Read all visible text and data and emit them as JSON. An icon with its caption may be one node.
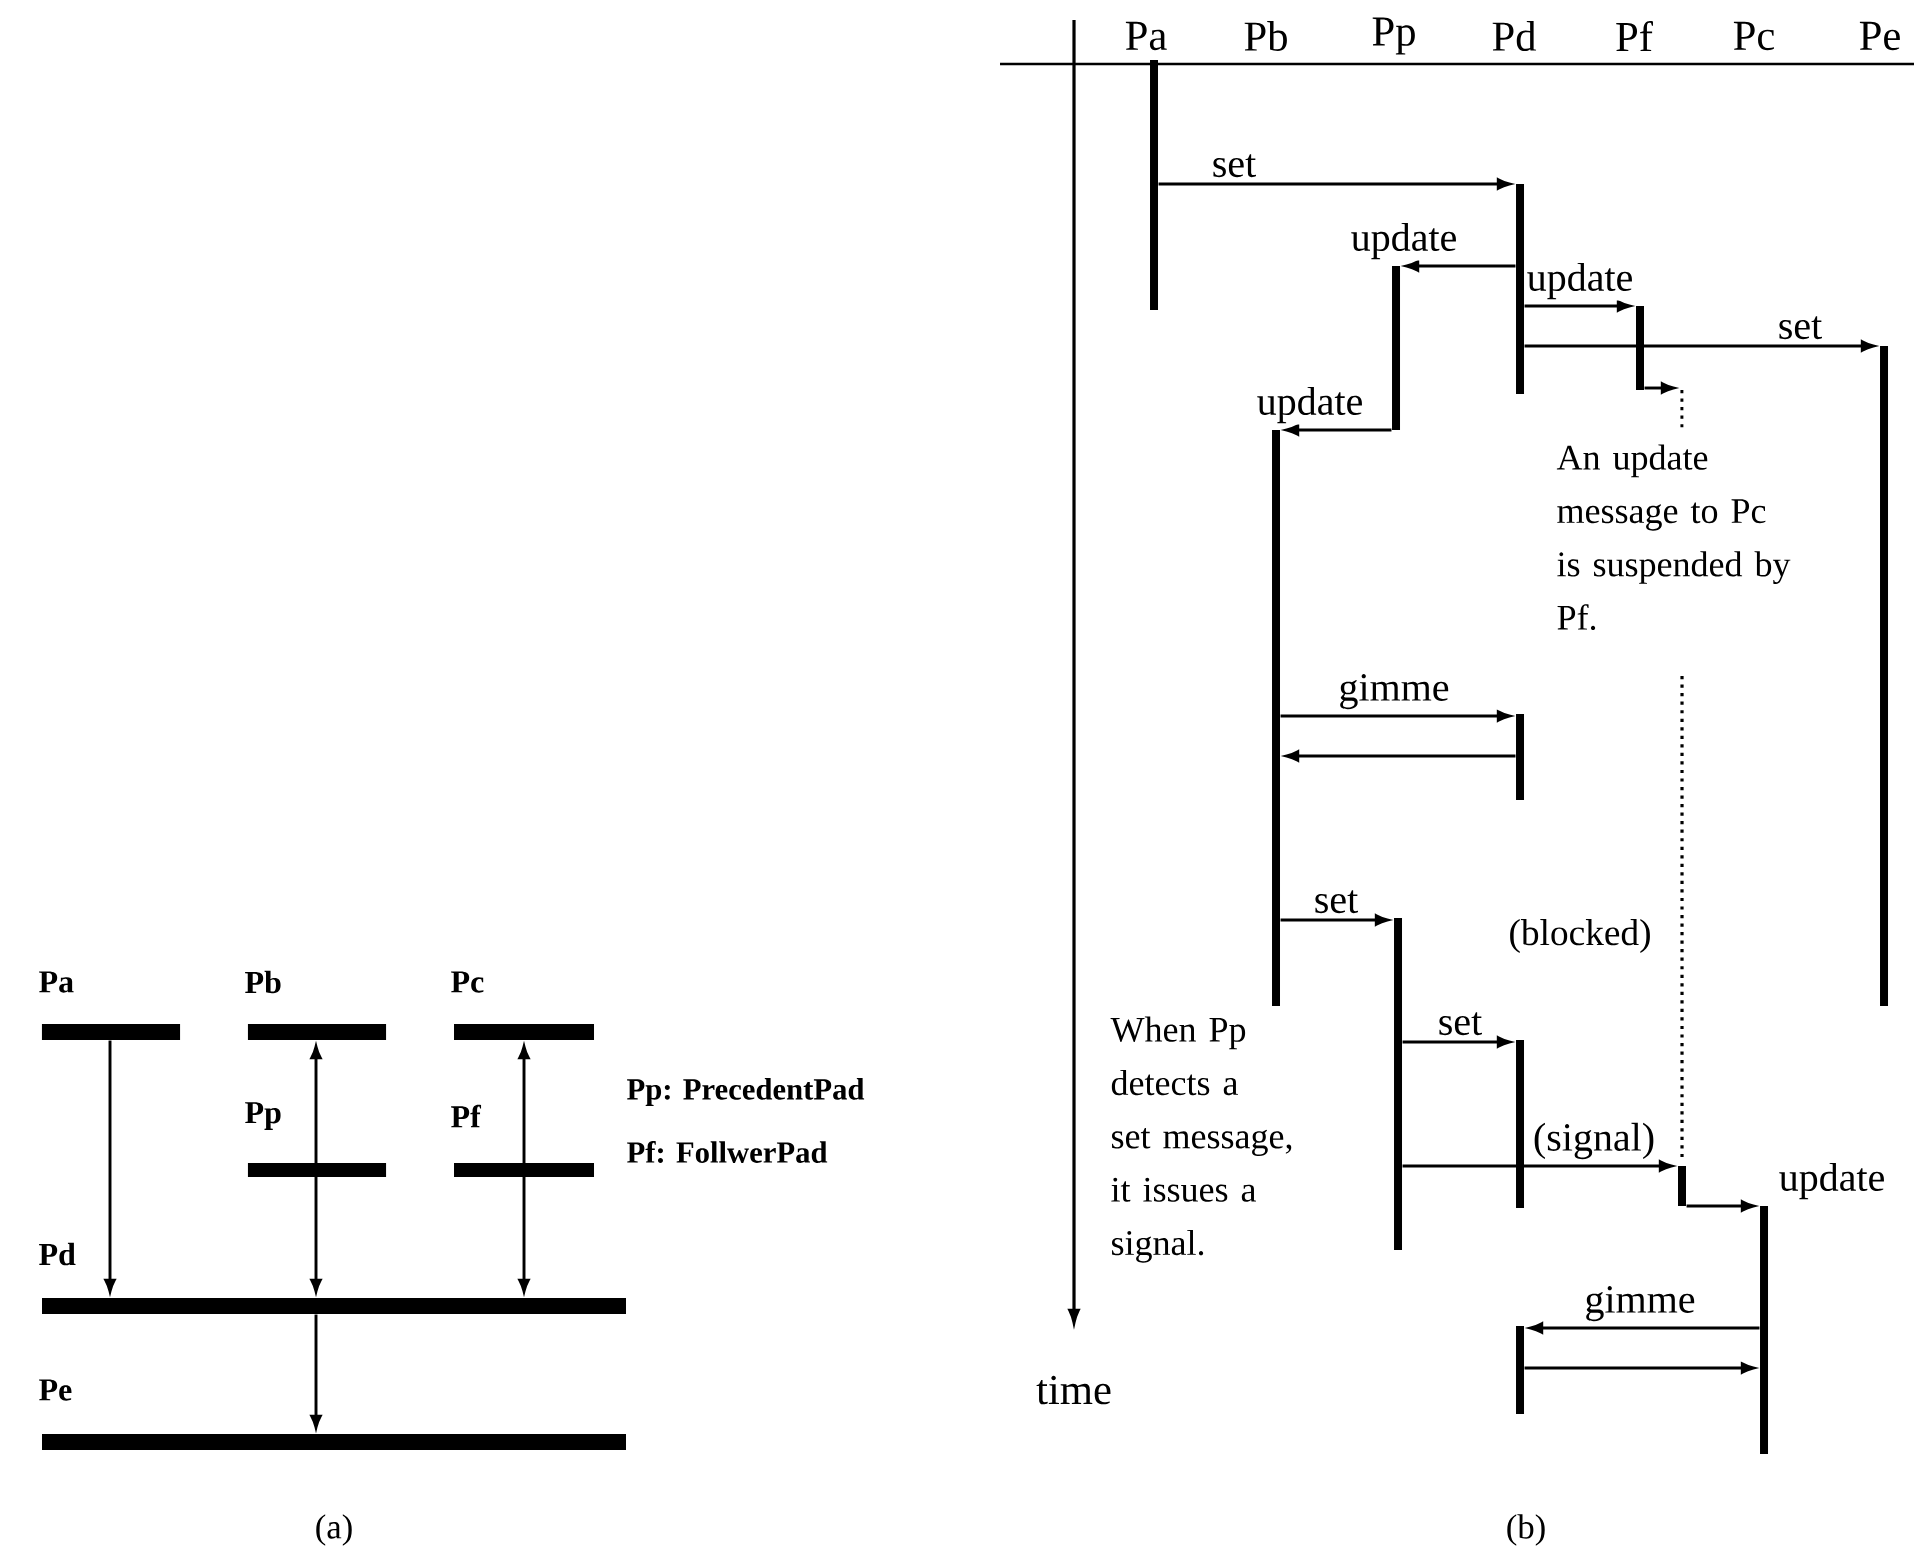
{
  "diagram": {
    "nodes": [
      {
        "text": [
          "Pa"
        ]
      },
      {
        "text": [
          "Pb"
        ]
      },
      {
        "text": [
          "Pc"
        ]
      },
      {
        "text": [
          "Pp"
        ]
      },
      {
        "text": [
          "Pf"
        ]
      },
      {
        "text": [
          "Pd"
        ]
      },
      {
        "text": [
          "Pe"
        ]
      },
      {
        "text": [],
        "shape": "bar"
      },
      {
        "text": [],
        "shape": "bar"
      },
      {
        "text": [],
        "shape": "bar"
      },
      {
        "text": [],
        "shape": "bar"
      },
      {
        "text": [],
        "shape": "bar"
      },
      {
        "text": [],
        "shape": "line"
      },
      {
        "text": [],
        "shape": "bar"
      },
      {
        "text": [],
        "shape": "bar"
      },
      {
        "text": [],
        "shape": "bar"
      },
      {
        "text": [],
        "shape": "bar"
      },
      {
        "text": [],
        "shape": "bar"
      },
      {
        "text": [],
        "shape": "bar"
      },
      {
        "text": [],
        "shape": "bar"
      }
    ],
    "edges": [
      {
        "from": 0,
        "to": 5,
        "arrow": "to"
      },
      {
        "from": 1,
        "to": 5,
        "arrow": "both"
      },
      {
        "from": 2,
        "to": 5,
        "arrow": "both"
      },
      {
        "from": 5,
        "to": 6,
        "arrow": "to"
      },
      {
        "from": 7,
        "to": 8,
        "arrow": "to",
        "label": "set"
      },
      {
        "from": 8,
        "to": 9,
        "arrow": "to",
        "label": "update"
      },
      {
        "from": 8,
        "to": 10,
        "arrow": "to",
        "label": "update"
      },
      {
        "from": 8,
        "to": 11,
        "arrow": "to",
        "label": "set"
      },
      {
        "from": 10,
        "to": 12,
        "arrow": "to"
      },
      {
        "from": 9,
        "to": 13,
        "arrow": "to",
        "label": "update"
      },
      {
        "from": 13,
        "to": 14,
        "arrow": "to",
        "label": "gimme"
      },
      {
        "from": 14,
        "to": 13,
        "arrow": "to"
      },
      {
        "from": 13,
        "to": 15,
        "arrow": "to",
        "label": "set"
      },
      {
        "from": 15,
        "to": 16,
        "arrow": "to",
        "label": "set"
      },
      {
        "from": 15,
        "to": 17,
        "arrow": "to",
        "label": "(signal)"
      },
      {
        "from": 17,
        "to": 18,
        "arrow": "to",
        "label": "update"
      },
      {
        "from": 18,
        "to": 19,
        "arrow": "to",
        "label": "gimme"
      },
      {
        "from": 19,
        "to": 18,
        "arrow": "to"
      }
    ],
    "labels": [
      "Pa",
      "Pb",
      "Pp",
      "Pd",
      "Pf",
      "Pc",
      "Pe",
      "An update message to Pc is suspended by Pf.",
      "(blocked)",
      "When Pp detects a set message, it issues a signal.",
      "time",
      "Pp: PrecedentPad",
      "Pf: FollwerPad",
      "(a)",
      "(b)"
    ]
  }
}
